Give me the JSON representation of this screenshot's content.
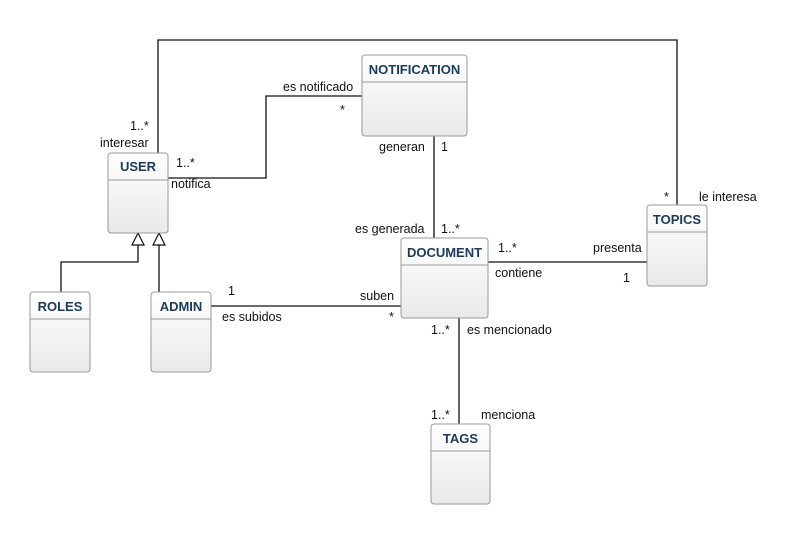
{
  "classes": {
    "user": "USER",
    "notification": "NOTIFICATION",
    "document": "DOCUMENT",
    "topics": "TOPICS",
    "roles": "ROLES",
    "admin": "ADMIN",
    "tags": "TAGS"
  },
  "associations": {
    "user_topics": {
      "user_multiplicity": "1..*",
      "user_role": "interesar",
      "topics_multiplicity": "*",
      "topics_role": "le interesa"
    },
    "user_notification": {
      "notification_role": "es notificado",
      "notification_multiplicity": "*",
      "user_multiplicity": "1..*",
      "user_role": "notifica"
    },
    "notification_document": {
      "notification_role": "generan",
      "notification_multiplicity": "1",
      "document_role": "es generada",
      "document_multiplicity": "1..*"
    },
    "document_topics": {
      "document_multiplicity": "1..*",
      "document_role": "contiene",
      "topics_role": "presenta",
      "topics_multiplicity": "1"
    },
    "admin_document": {
      "admin_multiplicity": "1",
      "admin_role": "es subidos",
      "document_role": "suben",
      "document_multiplicity": "*"
    },
    "document_tags": {
      "document_multiplicity": "1..*",
      "document_role": "es mencionado",
      "tags_multiplicity": "1..*",
      "tags_role": "menciona"
    }
  }
}
